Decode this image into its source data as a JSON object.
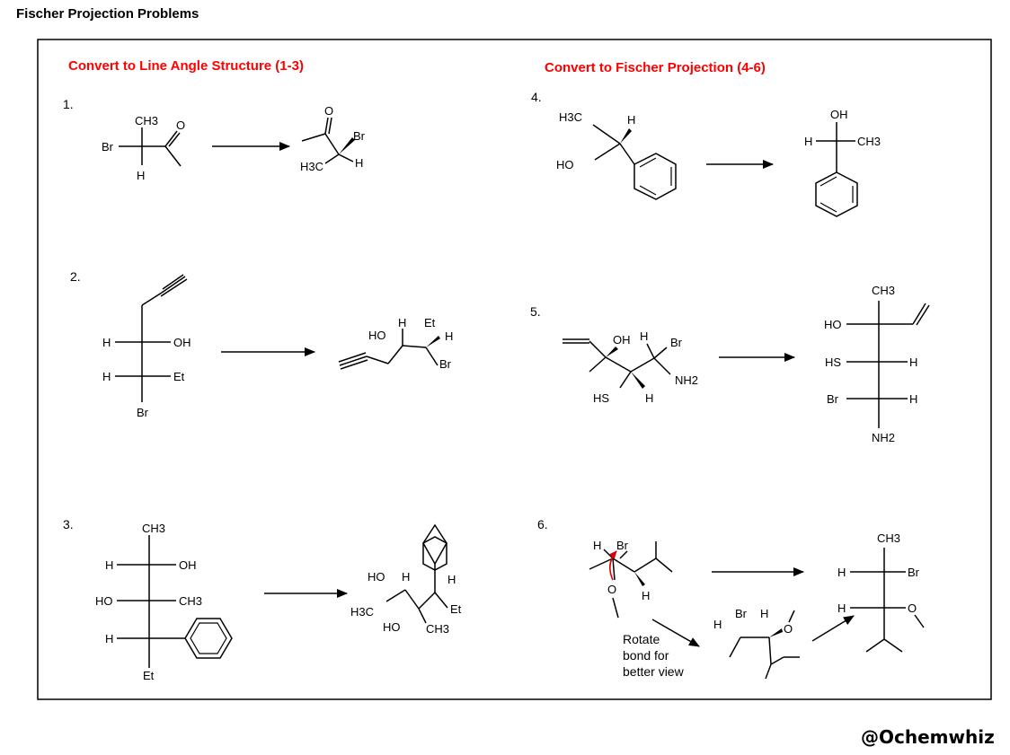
{
  "page_title": "Fischer Projection Problems",
  "sections": {
    "left": "Convert to Line Angle Structure (1-3)",
    "right": "Convert to Fischer Projection (4-6)"
  },
  "numbers": [
    "1.",
    "2.",
    "3.",
    "4.",
    "5.",
    "6."
  ],
  "labels": {
    "ch3": "CH3",
    "h3c": "H3C",
    "br": "Br",
    "h": "H",
    "o": "O",
    "oh": "OH",
    "ho": "HO",
    "et": "Et",
    "hs": "HS",
    "sh": "HS",
    "nh2": "NH2"
  },
  "note": {
    "line1": "Rotate",
    "line2": "bond for",
    "line3": "better view"
  },
  "credit": "@Ochemwhiz",
  "colors": {
    "section": "#ff0000",
    "text": "#000000",
    "curved_arrow": "#e00000"
  }
}
